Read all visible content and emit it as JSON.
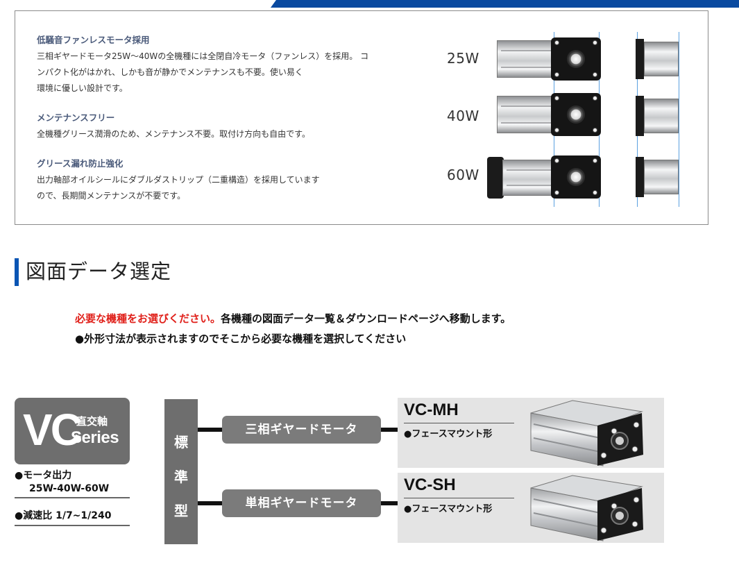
{
  "features": [
    {
      "title": "低騒音ファンレスモータ採用",
      "lines": [
        "三相ギヤードモータ25W～40Wの全機種には全閉自冷モータ（ファンレス）を採用。 コ",
        "ンパクト化がはかれ、しかも音が静かでメンテナンスも不要。使い易く",
        "環境に優しい設計です。"
      ]
    },
    {
      "title": "メンテナンスフリー",
      "lines": [
        "全機種グリース潤滑のため、メンテナンス不要。取付け方向も自由です。"
      ]
    },
    {
      "title": "グリース漏れ防止強化",
      "lines": [
        "出力軸部オイルシールにダブルダストリップ（二重構造）を採用しています",
        "ので、長期間メンテナンスが不要です。"
      ]
    }
  ],
  "wattages": [
    "25W",
    "40W",
    "60W"
  ],
  "section": {
    "title": "図面データ選定"
  },
  "notice": {
    "red": "必要な機種をお選びください。",
    "rest": "各機種の図面データ一覧＆ダウンロードページへ移動します。",
    "line2": "●外形寸法が表示されますのでそこから必要な機種を選択してください"
  },
  "series": {
    "big": "VC",
    "sub1": "直交軸",
    "sub2": "Series",
    "output_label": "●モータ出力",
    "output_value": "25W-40W-60W",
    "ratio": "●減速比 1/7~1/240"
  },
  "standard": [
    "標",
    "準",
    "型"
  ],
  "products": [
    {
      "motor_type": "三相ギヤードモータ",
      "name": "VC-MH",
      "mount": "●フェースマウント形"
    },
    {
      "motor_type": "単相ギヤードモータ",
      "name": "VC-SH",
      "mount": "●フェースマウント形"
    }
  ],
  "colors": {
    "accent_blue": "#0a4aa0",
    "notice_red": "#e0201a",
    "box_gray": "#6e6e6e"
  }
}
